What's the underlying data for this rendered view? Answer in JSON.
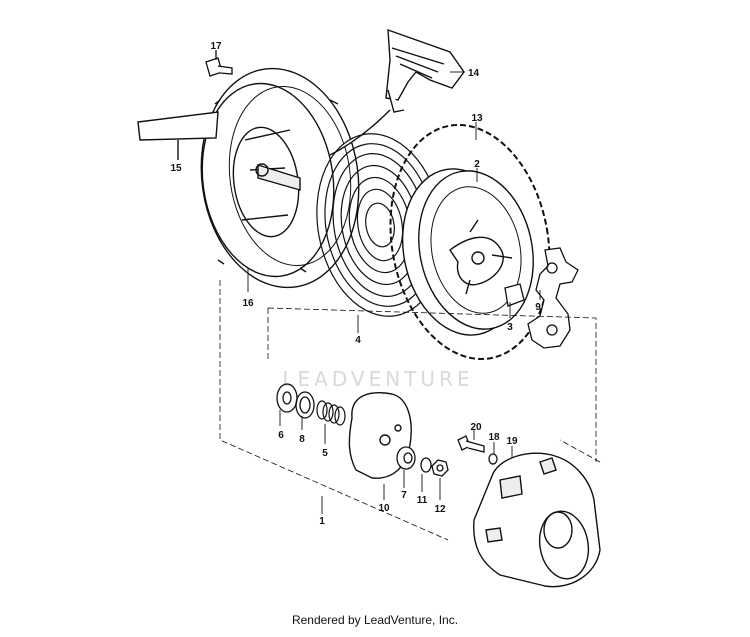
{
  "callouts": [
    {
      "id": "1",
      "text": "1"
    },
    {
      "id": "2",
      "text": "2"
    },
    {
      "id": "3",
      "text": "3"
    },
    {
      "id": "4",
      "text": "4"
    },
    {
      "id": "5",
      "text": "5"
    },
    {
      "id": "6",
      "text": "6"
    },
    {
      "id": "7",
      "text": "7"
    },
    {
      "id": "8",
      "text": "8"
    },
    {
      "id": "9",
      "text": "9"
    },
    {
      "id": "10",
      "text": "10"
    },
    {
      "id": "11",
      "text": "11"
    },
    {
      "id": "12",
      "text": "12"
    },
    {
      "id": "13",
      "text": "13"
    },
    {
      "id": "14",
      "text": "14"
    },
    {
      "id": "15",
      "text": "15"
    },
    {
      "id": "16",
      "text": "16"
    },
    {
      "id": "17",
      "text": "17"
    },
    {
      "id": "18",
      "text": "18"
    },
    {
      "id": "19",
      "text": "19"
    },
    {
      "id": "20",
      "text": "20"
    }
  ],
  "watermark": "LEADVENTURE",
  "footer": "Rendered by LeadVenture, Inc."
}
